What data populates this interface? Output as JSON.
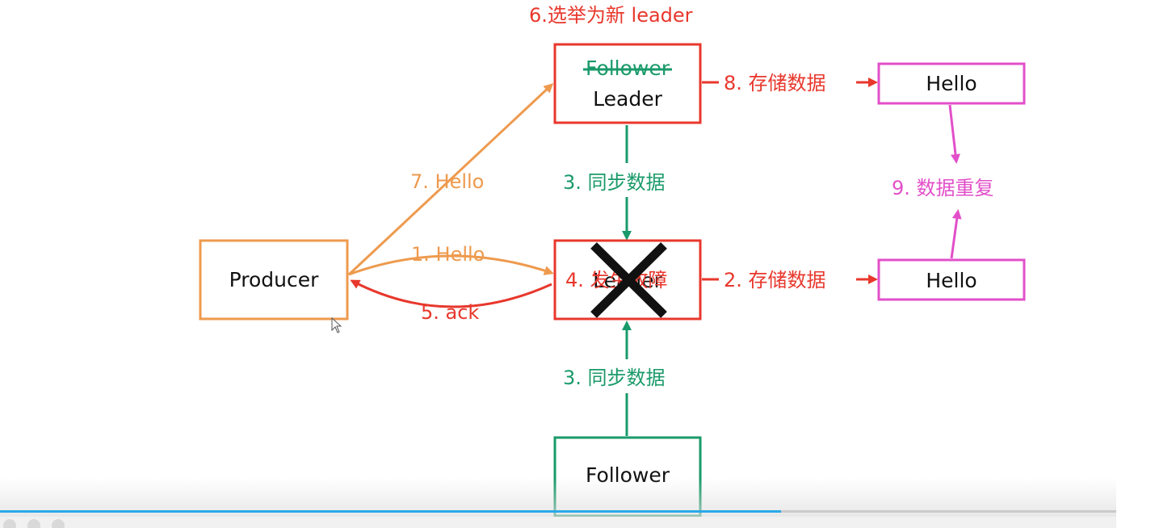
{
  "colors": {
    "orange": "#ee9a4e",
    "red": "#e8372c",
    "green": "#1a9a6a",
    "pink": "#e24fc9",
    "black": "#111111"
  },
  "nodes": {
    "producer": {
      "label": "Producer"
    },
    "top_broker": {
      "old_label": "Follower",
      "label": "Leader"
    },
    "middle_broker": {
      "label": "Leader"
    },
    "bottom_broker": {
      "label": "Follower"
    },
    "hello_top": {
      "label": "Hello"
    },
    "hello_bottom": {
      "label": "Hello"
    }
  },
  "edges": {
    "step1": "1. Hello",
    "step2": "2. 存储数据",
    "step3_top": "3. 同步数据",
    "step3_bottom": "3. 同步数据",
    "step4": "4. 发生故障",
    "step5": "5. ack",
    "step6": "6.选举为新 leader",
    "step7": "7. Hello",
    "step8": "8. 存储数据",
    "step9": "9. 数据重复"
  },
  "player": {
    "progress": 0.7
  }
}
